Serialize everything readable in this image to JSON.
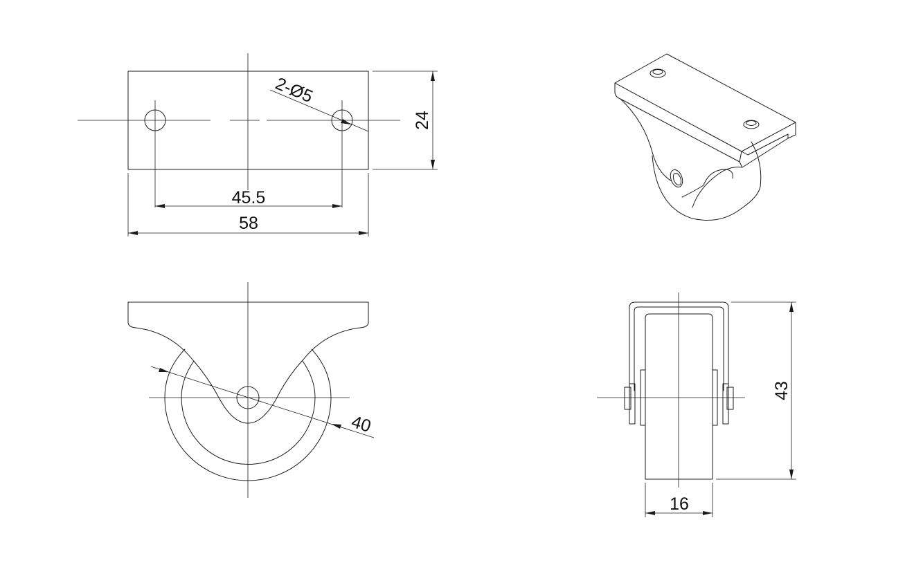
{
  "drawing": {
    "line_color": "#1a1a1a",
    "background": "#ffffff",
    "views": [
      {
        "view": "top",
        "dimensions": {
          "hole_spacing": "45.5",
          "overall_length": "58",
          "width": "24",
          "holes": "2-Ø5"
        }
      },
      {
        "view": "front",
        "dimensions": {
          "wheel_diameter": "40"
        }
      },
      {
        "view": "side",
        "dimensions": {
          "wheel_width": "16",
          "overall_height": "43"
        }
      },
      {
        "view": "isometric"
      }
    ]
  }
}
